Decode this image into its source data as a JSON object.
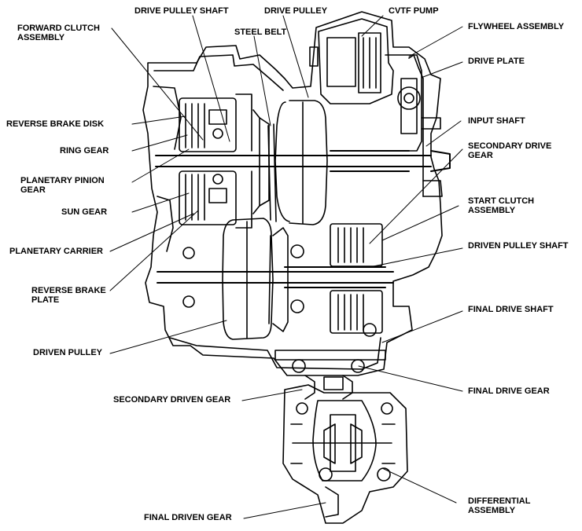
{
  "labels": {
    "forward_clutch_assembly": "FORWARD CLUTCH\nASSEMBLY",
    "drive_pulley_shaft": "DRIVE PULLEY SHAFT",
    "steel_belt": "STEEL BELT",
    "drive_pulley": "DRIVE PULLEY",
    "cvtf_pump": "CVTF PUMP",
    "flywheel_assembly": "FLYWHEEL ASSEMBLY",
    "drive_plate": "DRIVE PLATE",
    "reverse_brake_disk": "REVERSE BRAKE DISK",
    "ring_gear": "RING GEAR",
    "planetary_pinion_gear": "PLANETARY PINION\nGEAR",
    "sun_gear": "SUN GEAR",
    "planetary_carrier": "PLANETARY CARRIER",
    "reverse_brake_plate": "REVERSE BRAKE\nPLATE",
    "driven_pulley": "DRIVEN PULLEY",
    "input_shaft": "INPUT SHAFT",
    "secondary_drive_gear": "SECONDARY DRIVE\nGEAR",
    "start_clutch_assembly": "START CLUTCH\nASSEMBLY",
    "driven_pulley_shaft": "DRIVEN PULLEY SHAFT",
    "final_drive_shaft": "FINAL DRIVE SHAFT",
    "final_drive_gear": "FINAL DRIVE GEAR",
    "secondary_driven_gear": "SECONDARY DRIVEN GEAR",
    "differential_assembly": "DIFFERENTIAL\nASSEMBLY",
    "final_driven_gear": "FINAL DRIVEN GEAR"
  }
}
